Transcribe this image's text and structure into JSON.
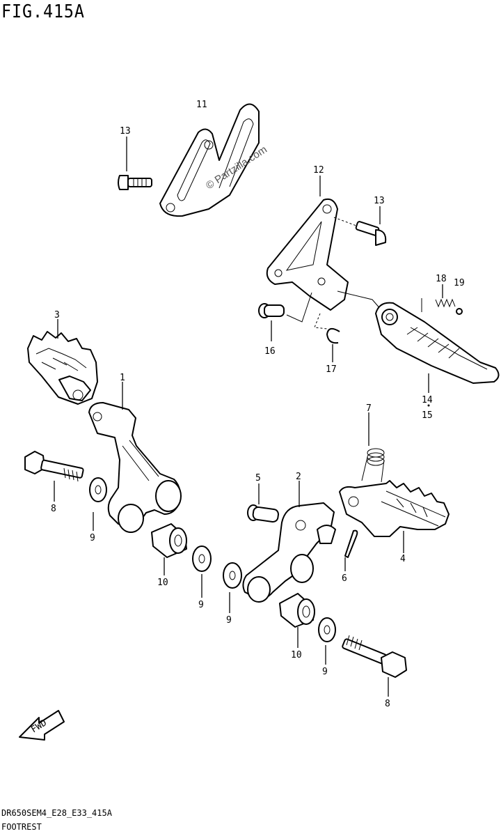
{
  "header": {
    "figure_title": "FIG.415A"
  },
  "footer": {
    "diagram_code": "DR650SEM4_E28_E33_415A",
    "caption": "FOOTREST"
  },
  "watermark": "© Partzilla.com",
  "fwd_label": "FWD",
  "callouts": [
    {
      "id": "callout-1",
      "text": "1"
    },
    {
      "id": "callout-2",
      "text": "2"
    },
    {
      "id": "callout-3",
      "text": "3"
    },
    {
      "id": "callout-4",
      "text": "4"
    },
    {
      "id": "callout-5",
      "text": "5"
    },
    {
      "id": "callout-6",
      "text": "6"
    },
    {
      "id": "callout-7",
      "text": "7"
    },
    {
      "id": "callout-8a",
      "text": "8"
    },
    {
      "id": "callout-8b",
      "text": "8"
    },
    {
      "id": "callout-9a",
      "text": "9"
    },
    {
      "id": "callout-9b",
      "text": "9"
    },
    {
      "id": "callout-9c",
      "text": "9"
    },
    {
      "id": "callout-9d",
      "text": "9"
    },
    {
      "id": "callout-10a",
      "text": "10"
    },
    {
      "id": "callout-10b",
      "text": "10"
    },
    {
      "id": "callout-11",
      "text": "11"
    },
    {
      "id": "callout-12",
      "text": "12"
    },
    {
      "id": "callout-13a",
      "text": "13"
    },
    {
      "id": "callout-13b",
      "text": "13"
    },
    {
      "id": "callout-14",
      "text": "14"
    },
    {
      "id": "callout-15",
      "text": "15"
    },
    {
      "id": "callout-16",
      "text": "16"
    },
    {
      "id": "callout-17",
      "text": "17"
    },
    {
      "id": "callout-18",
      "text": "18"
    },
    {
      "id": "callout-19",
      "text": "19"
    }
  ]
}
